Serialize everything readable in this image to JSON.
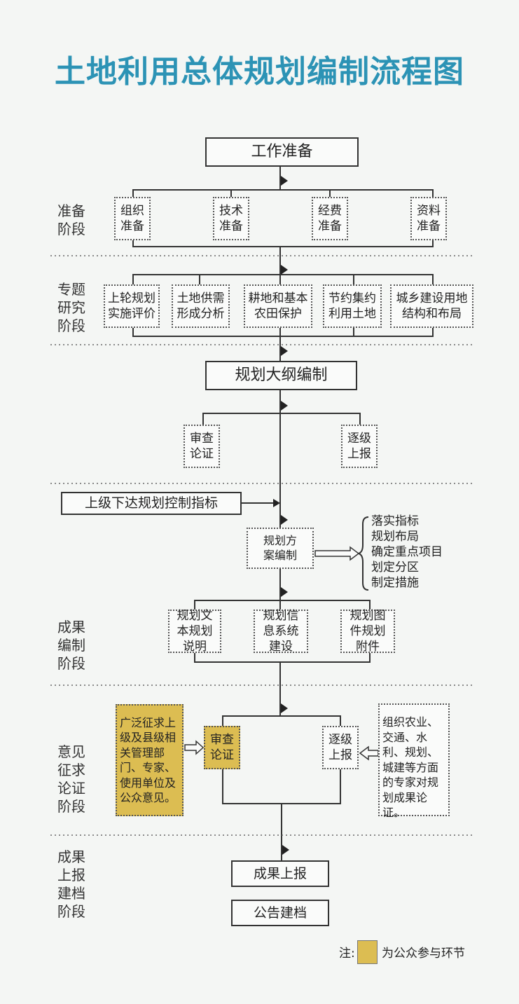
{
  "title": "土地利用总体规划编制流程图",
  "stages": {
    "prep": "准备阶段",
    "research": "专题研究阶段",
    "output": "成果编制阶段",
    "consult": "意见征求论证阶段",
    "submit": "成果上报建档阶段"
  },
  "nodes": {
    "work_prep": "工作准备",
    "prep_items": [
      "组织准备",
      "技术准备",
      "经费准备",
      "资料准备"
    ],
    "research_items": [
      "上轮规划实施评价",
      "土地供需形成分析",
      "耕地和基本农田保护",
      "节约集约利用土地",
      "城乡建设用地结构和布局"
    ],
    "outline": "规划大纲编制",
    "review": "审查论证",
    "report": "逐级上报",
    "control": "上级下达规划控制指标",
    "plan": "规划方案编制",
    "plan_tasks": [
      "落实指标",
      "规划布局",
      "确定重点项目",
      "划定分区",
      "制定措施"
    ],
    "output_items": [
      "规划文本规划说明",
      "规划信息系统建设",
      "规划图件规划附件"
    ],
    "public_opinion": "广泛征求上级及县级相关管理部门、专家、使用单位及公众意见。",
    "review2": "审查论证",
    "report2": "逐级上报",
    "experts": "组织农业、交通、水利、规划、城建等方面的专家对规划成果论证。",
    "result_submit": "成果上报",
    "announce": "公告建档"
  },
  "legend": {
    "prefix": "注:",
    "text": "为公众参与环节",
    "color": "#dcbd52"
  }
}
